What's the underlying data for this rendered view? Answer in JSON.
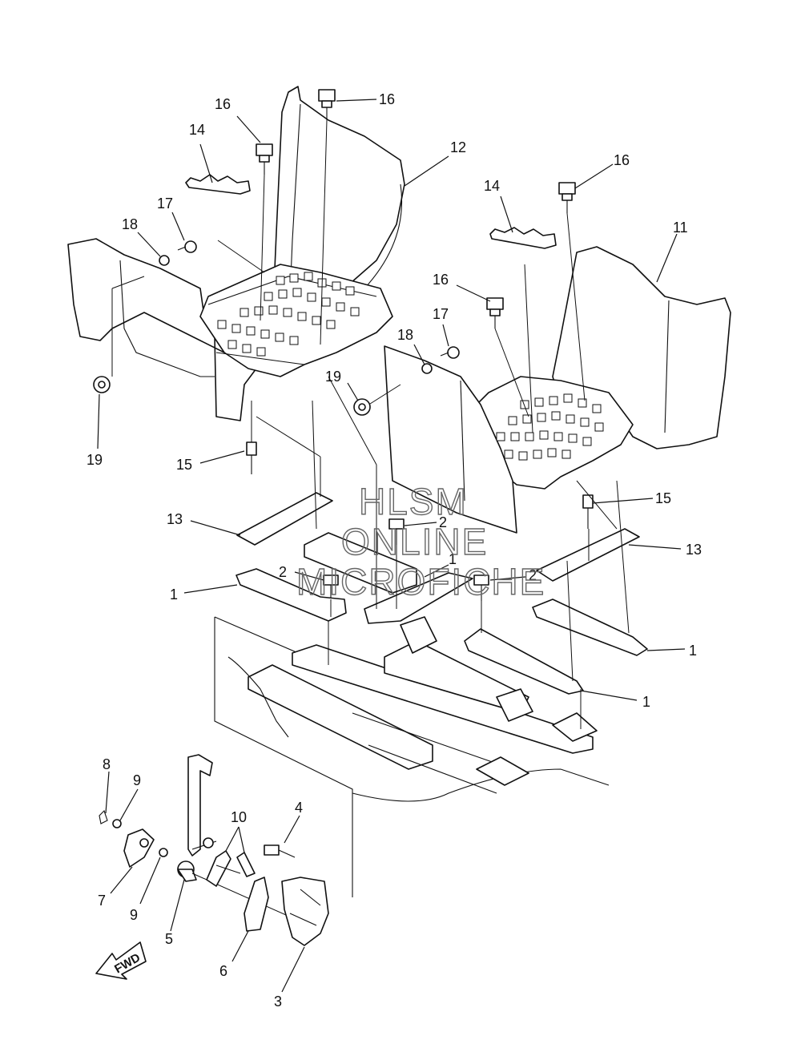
{
  "watermark": {
    "line1": "HLSM",
    "line2": "ONLINE",
    "line3": "MICROFICHE"
  },
  "fwd_arrow": {
    "label": "FWD"
  },
  "callouts": [
    {
      "id": "c16a",
      "text": "16"
    },
    {
      "id": "c16b",
      "text": "16"
    },
    {
      "id": "c16c",
      "text": "16"
    },
    {
      "id": "c16d",
      "text": "16"
    },
    {
      "id": "c14a",
      "text": "14"
    },
    {
      "id": "c14b",
      "text": "14"
    },
    {
      "id": "c12",
      "text": "12"
    },
    {
      "id": "c11",
      "text": "11"
    },
    {
      "id": "c17a",
      "text": "17"
    },
    {
      "id": "c17b",
      "text": "17"
    },
    {
      "id": "c18a",
      "text": "18"
    },
    {
      "id": "c18b",
      "text": "18"
    },
    {
      "id": "c19a",
      "text": "19"
    },
    {
      "id": "c19b",
      "text": "19"
    },
    {
      "id": "c15a",
      "text": "15"
    },
    {
      "id": "c15b",
      "text": "15"
    },
    {
      "id": "c13a",
      "text": "13"
    },
    {
      "id": "c13b",
      "text": "13"
    },
    {
      "id": "c2a",
      "text": "2"
    },
    {
      "id": "c2b",
      "text": "2"
    },
    {
      "id": "c2c",
      "text": "2"
    },
    {
      "id": "c1a",
      "text": "1"
    },
    {
      "id": "c1b",
      "text": "1"
    },
    {
      "id": "c1c",
      "text": "1"
    },
    {
      "id": "c1d",
      "text": "1"
    },
    {
      "id": "c8",
      "text": "8"
    },
    {
      "id": "c9a",
      "text": "9"
    },
    {
      "id": "c9b",
      "text": "9"
    },
    {
      "id": "c10",
      "text": "10"
    },
    {
      "id": "c4",
      "text": "4"
    },
    {
      "id": "c7",
      "text": "7"
    },
    {
      "id": "c5",
      "text": "5"
    },
    {
      "id": "c6",
      "text": "6"
    },
    {
      "id": "c3",
      "text": "3"
    }
  ]
}
